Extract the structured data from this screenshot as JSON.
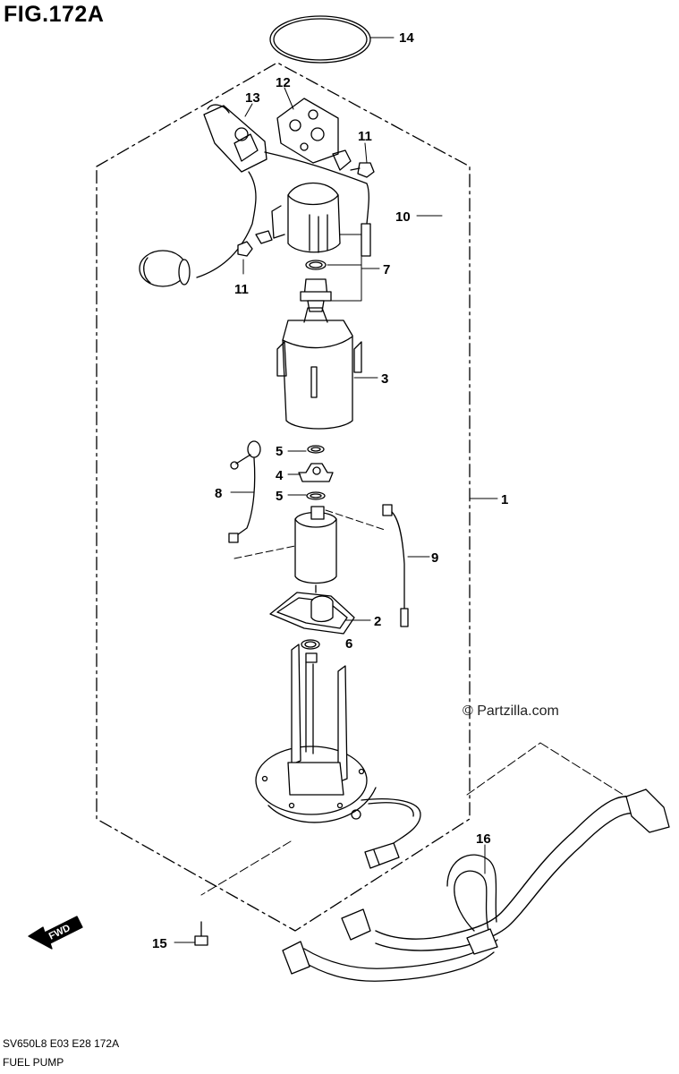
{
  "figure": {
    "title": "FIG.172A",
    "code": "SV650L8  E03  E28  172A",
    "name": "FUEL PUMP",
    "watermark": "© Partzilla.com",
    "fwd_label": "FWD"
  },
  "callouts": [
    "14",
    "12",
    "13",
    "11",
    "10",
    "7",
    "11",
    "3",
    "5",
    "4",
    "8",
    "5",
    "9",
    "2",
    "6",
    "1",
    "16",
    "15"
  ]
}
